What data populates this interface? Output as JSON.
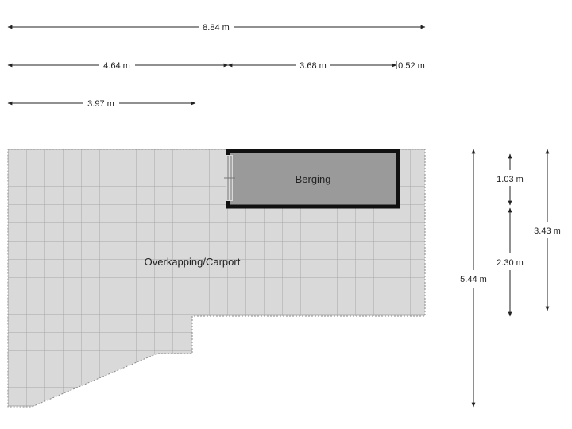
{
  "dimensions": {
    "top_total": "8.84 m",
    "segment_1": "4.64 m",
    "segment_2": "3.68 m",
    "segment_3": "0.52 m",
    "segment_4": "3.97 m",
    "right_total": "5.44 m",
    "right_upper": "1.03 m",
    "right_lower": "2.30 m",
    "right_middle": "3.43 m"
  },
  "rooms": {
    "carport": "Overkapping/Carport",
    "storage": "Berging"
  },
  "colors": {
    "floor_fill": "#d9d9d9",
    "floor_grid": "#a6a6a6",
    "storage_fill": "#9a9a9a",
    "wall": "#111111",
    "dimension_line": "#222222"
  }
}
